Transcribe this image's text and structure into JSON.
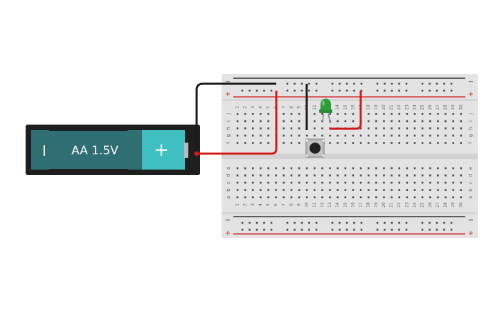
{
  "battery": {
    "label": "AA 1.5V",
    "minus_symbol": "I",
    "plus_symbol": "+",
    "body_color": "#2f6f73",
    "cap_color": "#3fbfc0",
    "holder_color": "#1e1e1e"
  },
  "breadboard": {
    "columns": 30,
    "top_rows": [
      "j",
      "i",
      "h",
      "g",
      "f"
    ],
    "bottom_rows": [
      "e",
      "d",
      "c",
      "b",
      "a"
    ],
    "rail_plus": "+",
    "rail_minus": "−",
    "body_color": "#e3e3e3",
    "rail_red": "#d32f2f",
    "rail_dark": "#333333"
  },
  "components": {
    "led_color": "#2e9e3a",
    "button_color": "#222222",
    "wire_red": "#d11a1a",
    "wire_black": "#1a1a1a"
  }
}
